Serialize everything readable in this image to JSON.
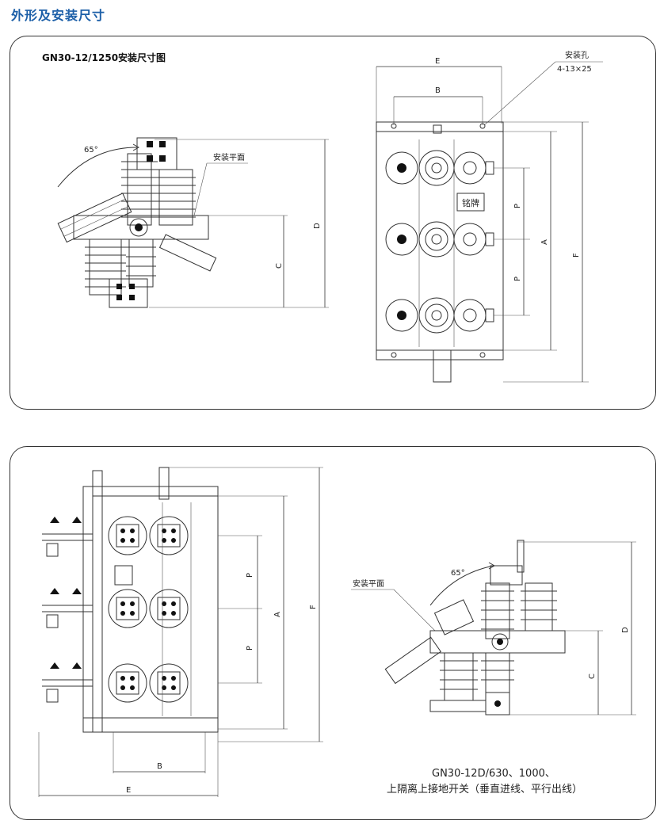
{
  "section_title": "外形及安装尺寸",
  "top_panel": {
    "title": "GN30-12/1250安装尺寸图",
    "side_view": {
      "angle_label": "65°",
      "mounting_plane_label": "安装平面",
      "dim_c": "C",
      "dim_d": "D"
    },
    "top_view": {
      "mounting_hole_label": "安装孔",
      "mounting_hole_spec": "4-13×25",
      "nameplate_label": "铭牌",
      "dim_e": "E",
      "dim_b": "B",
      "dim_p1": "P",
      "dim_p2": "P",
      "dim_a": "A",
      "dim_f": "F"
    }
  },
  "bottom_panel": {
    "front_view": {
      "dim_p1": "P",
      "dim_p2": "P",
      "dim_a": "A",
      "dim_f": "F",
      "dim_b": "B",
      "dim_e": "E"
    },
    "side_view": {
      "angle_label": "65°",
      "mounting_plane_label": "安装平面",
      "dim_c": "C",
      "dim_d": "D"
    },
    "caption_line1": "GN30-12D/630、1000、",
    "caption_line2": "上隔离上接地开关（垂直进线、平行出线）"
  }
}
